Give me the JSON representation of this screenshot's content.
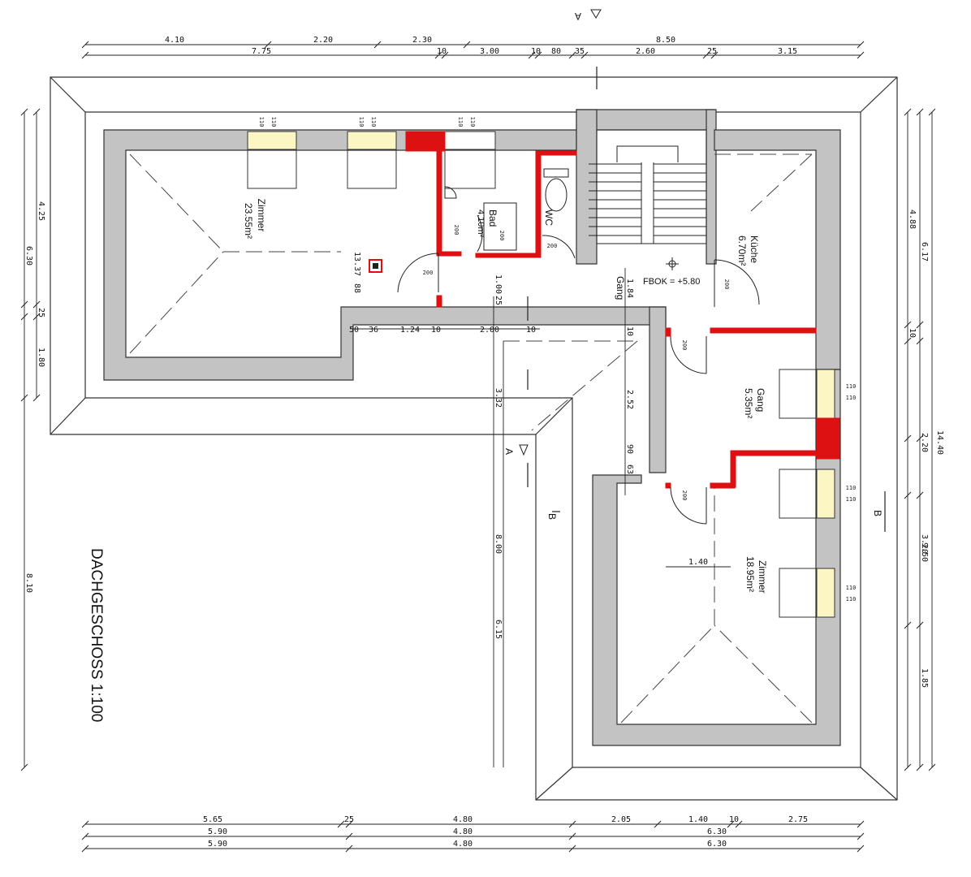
{
  "drawing": {
    "title": "DACHGESCHOSS 1:100",
    "colors": {
      "wall": "#c3c3c3",
      "wall_outline": "#333333",
      "new_wall": "#dd1111",
      "window": "#fbf6c4",
      "line": "#222222",
      "background": "#ffffff"
    }
  },
  "rooms": {
    "zimmer_west": {
      "name": "Zimmer",
      "area": "23.55m²"
    },
    "bad": {
      "name": "Bad",
      "area": "4.10m²"
    },
    "wc": {
      "name": "WC"
    },
    "kueche": {
      "name": "Küche",
      "area": "6.70m²"
    },
    "gang_north": {
      "name": "Gang"
    },
    "gang_east": {
      "name": "Gang",
      "area": "5.35m²"
    },
    "zimmer_east": {
      "name": "Zimmer",
      "area": "18.95m²"
    },
    "fbok": "FBOK = +5.80"
  },
  "section_markers": {
    "a_top": "A",
    "a_mid": "A",
    "b_left": "B",
    "b_right": "B"
  },
  "dimensions": {
    "top_row1": [
      "4.10",
      "2.20",
      "2.30",
      "8.50"
    ],
    "top_row2": [
      "7.75",
      "10",
      "3.00",
      "10",
      "80",
      "35",
      "2.60",
      "25",
      "3.15"
    ],
    "bottom_row1": [
      "5.65",
      "25",
      "4.80",
      "2.05",
      "1.40",
      "10",
      "2.75"
    ],
    "bottom_row2": [
      "5.90",
      "4.80",
      "6.30"
    ],
    "bottom_row3": [
      "5.90",
      "4.80",
      "6.30"
    ],
    "left_col1": [
      "4.25",
      "25",
      "1.80"
    ],
    "left_col2": [
      "6.30",
      "8.10"
    ],
    "right_col1": [
      "4.88",
      "10",
      "2.20",
      "3.20",
      "1.85"
    ],
    "right_col2": [
      "6.17",
      "9.50"
    ],
    "right_col3": [
      "14.40"
    ],
    "interior_row": [
      "50",
      "36",
      "1.24",
      "10",
      "2.00",
      "10"
    ],
    "interior_vertical": [
      "1.00",
      "25",
      "1.84",
      "10",
      "2.52",
      "90",
      "63",
      "3.32",
      "8.00",
      "6.15",
      "1.40",
      "13.37",
      "88"
    ],
    "window_heights": [
      "110",
      "110",
      "110",
      "110",
      "110",
      "110",
      "110",
      "110",
      "110",
      "110",
      "110",
      "110"
    ],
    "door_marks": [
      "200",
      "200",
      "200",
      "200",
      "200",
      "200",
      "200"
    ]
  }
}
